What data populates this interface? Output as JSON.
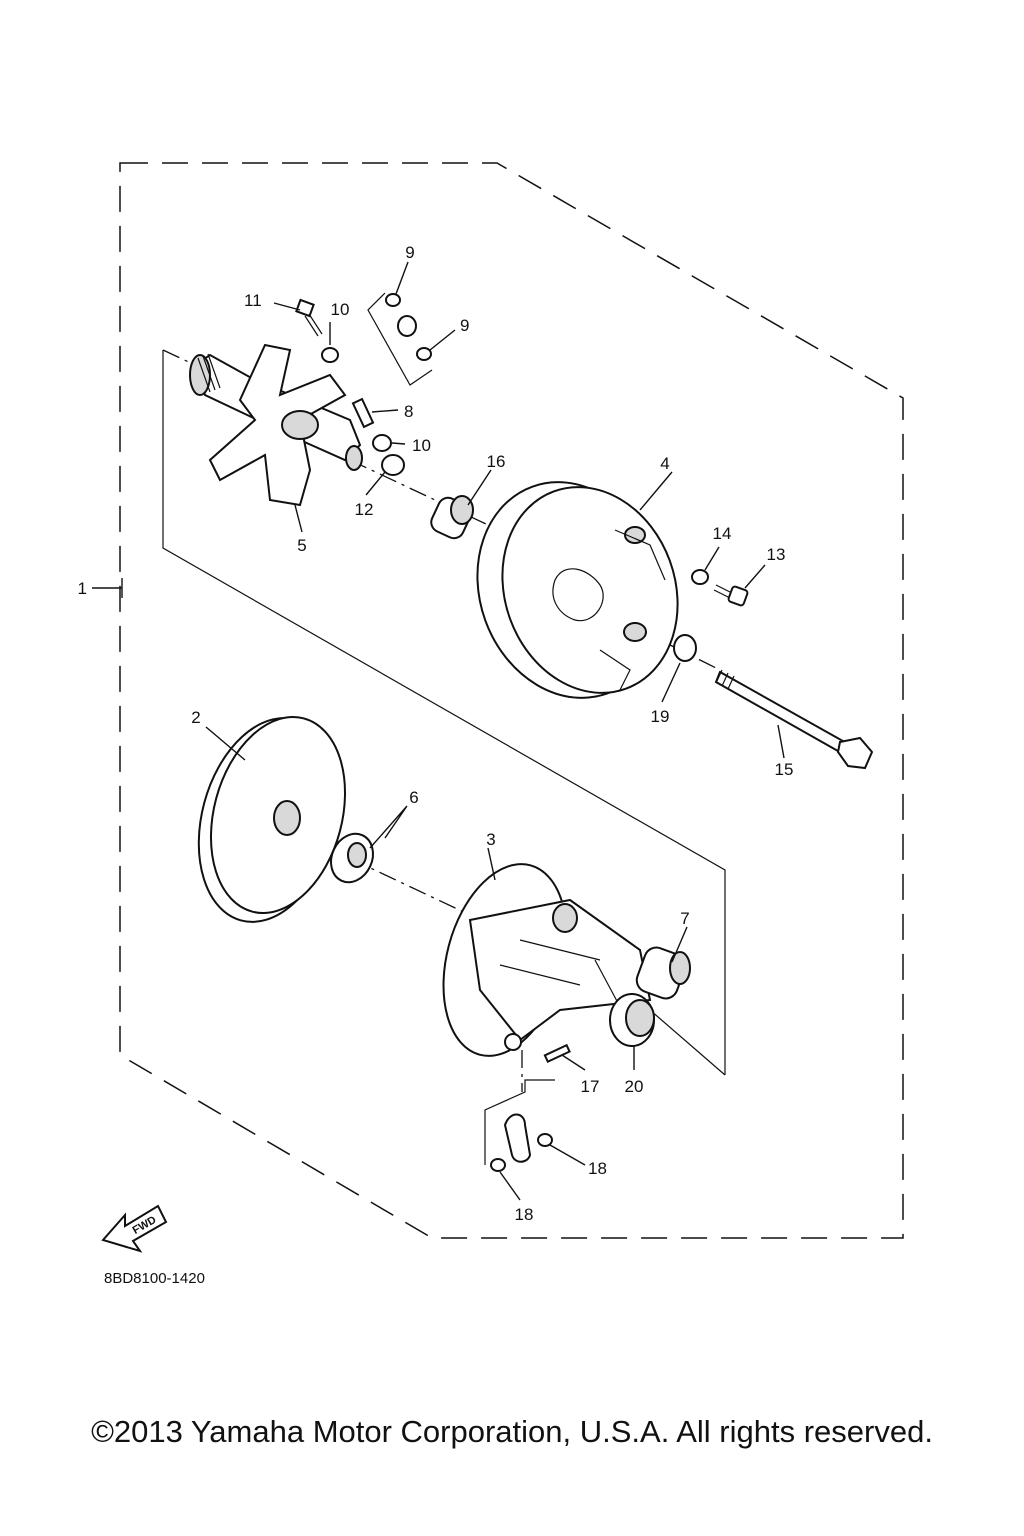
{
  "diagram": {
    "callouts": [
      "1",
      "2",
      "3",
      "4",
      "5",
      "6",
      "7",
      "8",
      "9",
      "9",
      "10",
      "10",
      "11",
      "12",
      "13",
      "14",
      "15",
      "16",
      "17",
      "18",
      "18",
      "19",
      "20"
    ],
    "fwd_label": "FWD",
    "drawing_code": "8BD8100-1420"
  },
  "footer": {
    "copyright": "©2013 Yamaha Motor Corporation, U.S.A. All rights reserved."
  }
}
